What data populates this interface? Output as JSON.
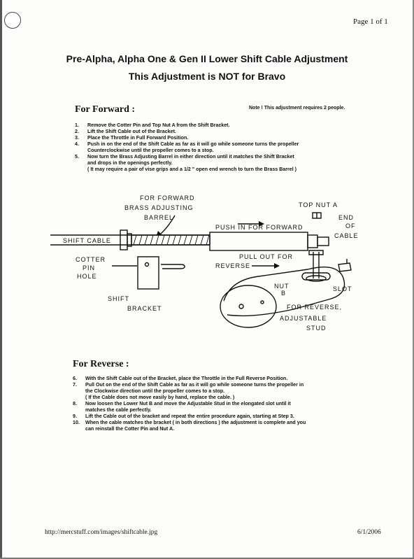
{
  "page_number": "Page 1 of 1",
  "title_line1": "Pre-Alpha, Alpha One & Gen II Lower Shift Cable Adjustment",
  "title_line2": "This Adjustment is NOT for Bravo",
  "forward": {
    "heading": "For Forward :",
    "note": "Note !  This adjustment requires 2 people.",
    "steps": [
      {
        "num": "1.",
        "text": "Remove the Cotter Pin and Top Nut A from the Shift Bracket."
      },
      {
        "num": "2.",
        "text": "Lift the Shift Cable out of the Bracket."
      },
      {
        "num": "3.",
        "text": "Place the Throttle in Full Forward Position."
      },
      {
        "num": "4.",
        "text": "Push in on the end of the Shift Cable as far as it will go while someone turns the propeller",
        "cont": "Counterclockwise until the propeller comes to a stop."
      },
      {
        "num": "5.",
        "text": "Now turn the Brass Adjusting Barrel in either direction until it matches the Shift Bracket",
        "cont": "and drops in the openings perfectly.",
        "cont2": "( It may require a pair of vise grips and a 1/2 \" open end wrench to turn the Brass Barrel )"
      }
    ]
  },
  "diagram": {
    "label_for_forward_1": "FOR FORWARD",
    "label_for_forward_2": "BRASS ADJUSTING",
    "label_for_forward_3": "BARREL",
    "label_top_nut": "TOP NUT A",
    "label_push_in": "PUSH IN FOR FORWARD",
    "label_end_1": "END",
    "label_end_2": "OF",
    "label_end_3": "CABLE",
    "label_shift_cable": "SHIFT CABLE",
    "label_cotter_1": "COTTER",
    "label_cotter_2": "PIN",
    "label_cotter_3": "HOLE",
    "label_pull_out_1": "PULL OUT FOR",
    "label_pull_out_2": "REVERSE",
    "label_nut_b_1": "NUT",
    "label_nut_b_2": "B",
    "label_slot": "SLOT",
    "label_shift_1": "SHIFT",
    "label_shift_2": "BRACKET",
    "label_reverse_1": "FOR REVERSE,",
    "label_reverse_2": "ADJUSTABLE",
    "label_reverse_3": "STUD"
  },
  "reverse": {
    "heading": "For Reverse :",
    "steps": [
      {
        "num": "6.",
        "text": "With the Shift Cable out of the Bracket, place the Throttle in the Full Reverse Position."
      },
      {
        "num": "7.",
        "text": "Pull Out on the end of the Shift Cable as far as it will go while someone turns the propeller in",
        "cont": "the Clockwise direction until the propeller comes to a stop.",
        "cont2": "( If the Cable does not move easily by hand, replace the cable. )"
      },
      {
        "num": "8.",
        "text": "Now loosen the Lower Nut B and move the Adjustable Stud in the elongated slot until it",
        "cont": "matches the cable perfectly."
      },
      {
        "num": "9.",
        "text": "Lift the Cable out of the bracket and repeat the entire procedure again, starting at Step 3."
      },
      {
        "num": "10.",
        "text": "When the cable matches the bracket ( in both directions ) the adjustment is complete and you",
        "cont": "can reinstall the Cotter Pin and Nut A."
      }
    ]
  },
  "footer": {
    "url": "http://mercstuff.com/images/shiftcable.jpg",
    "date": "6/1/2006"
  }
}
